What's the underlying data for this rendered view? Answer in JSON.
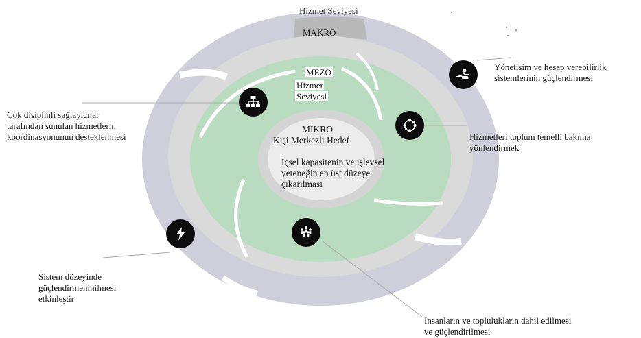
{
  "colors": {
    "outer_ring": "#cfcedb",
    "middle_band": "#d8d8d8",
    "green_zone": "#b9dcc0",
    "inner_ring": "#d6d6d6",
    "center": "#ececec",
    "icon_bg": "#0d0d0d",
    "connector": "#a8a8a8"
  },
  "levels": {
    "macro_top": "Hizmet Seviyesi",
    "macro": "MAKRO",
    "meso_title": "MEZO",
    "meso_sub_1": "Hizmet",
    "meso_sub_2": "Seviyesi",
    "micro_title": "MİKRO",
    "micro_sub": "Kişi Merkezli Hedef",
    "micro_desc_1": "İçsel kapasitenin ve işlevsel",
    "micro_desc_2": "yeteneğin en üst düzeye",
    "micro_desc_3": "çıkarılması"
  },
  "labels": {
    "governance_1": "Yönetişim ve hesap verebilirlik",
    "governance_2": "sistemlerinin güçlendirmesi",
    "coordination_1": "Çok disiplinli sağlayıcılar",
    "coordination_2": "tarafından sunulan hizmetlerin",
    "coordination_3": "koordinasyonunun desteklenmesi",
    "community_1": "Hizmetleri toplum temelli bakıma",
    "community_2": "yönlendirmek",
    "system_1": "Sistem düzeyinde",
    "system_2": "güçlendirmeninilmesi",
    "system_3": "etkinleştir",
    "people_1": "İnsanların ve toplulukların dahil edilmesi",
    "people_2": "ve güçlendirilmesi"
  },
  "icons": {
    "governance": "hand-with-person-icon",
    "coordination": "org-chart-icon",
    "community": "circle-network-icon",
    "system": "lightning-bolt-icon",
    "people": "people-group-icon"
  }
}
